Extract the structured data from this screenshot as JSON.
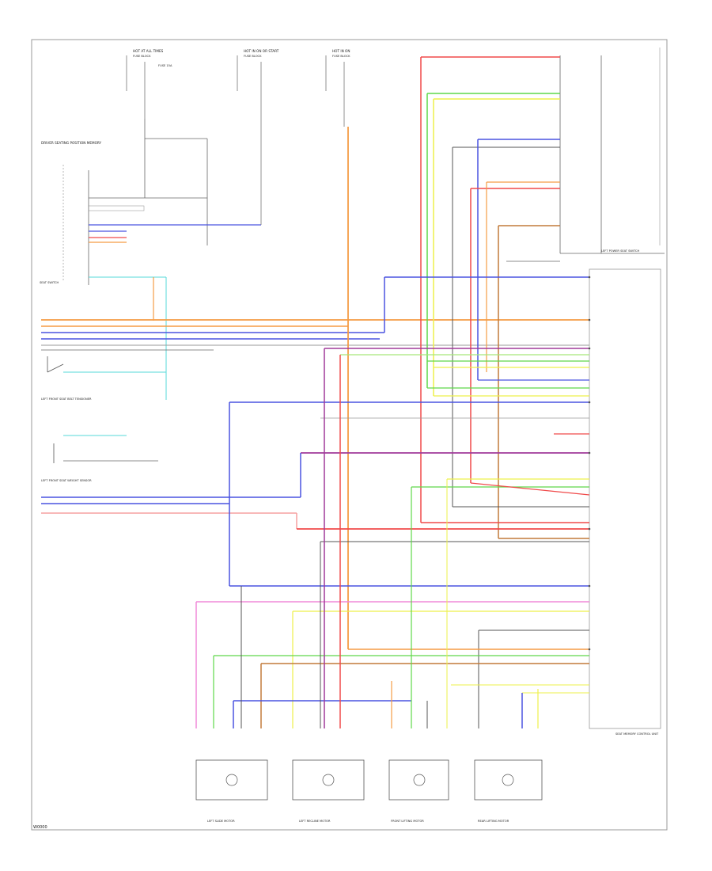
{
  "diagram": {
    "top_sources": [
      {
        "label": "HOT AT ALL TIMES",
        "fuse": "FUSE BLOCK"
      },
      {
        "label": "HOT IN ON OR START",
        "fuse": "FUSE BLOCK"
      },
      {
        "label": "HOT IN ON",
        "fuse": "FUSE BLOCK"
      }
    ],
    "left_components": {
      "driver_unit": "DRIVER SEATING POSITION MEMORY",
      "interface": "SEAT SWITCH",
      "seat_belt": "LEFT FRONT SEAT BELT TENSIONER",
      "seat_weight": "LEFT FRONT SEAT WEIGHT SENSOR"
    },
    "right_components": {
      "switch": "LEFT POWER SEAT SWITCH",
      "control_unit": "SEAT MEMORY CONTROL UNIT"
    },
    "bottom_motors": [
      {
        "label": "LEFT SLIDE MOTOR"
      },
      {
        "label": "LEFT RECLINE MOTOR"
      },
      {
        "label": "FRONT LIFTING MOTOR"
      },
      {
        "label": "REAR LIFTING MOTOR"
      }
    ],
    "footer_code": "W0000",
    "colors": {
      "orange": "#f59c45",
      "blue": "#4a53e0",
      "violet": "#9b5ee0",
      "red": "#f04a4a",
      "pink": "#f08ad8",
      "green": "#5fd84a",
      "yellow": "#eef04a",
      "cyan": "#55dada",
      "brown": "#c27a3a",
      "purple": "#a03a9a",
      "gray": "#8a8a8a",
      "dark": "#333333",
      "lightgreen": "#a6e87a",
      "salmon": "#f6a0a0",
      "lightblue": "#9aa6f0"
    }
  }
}
